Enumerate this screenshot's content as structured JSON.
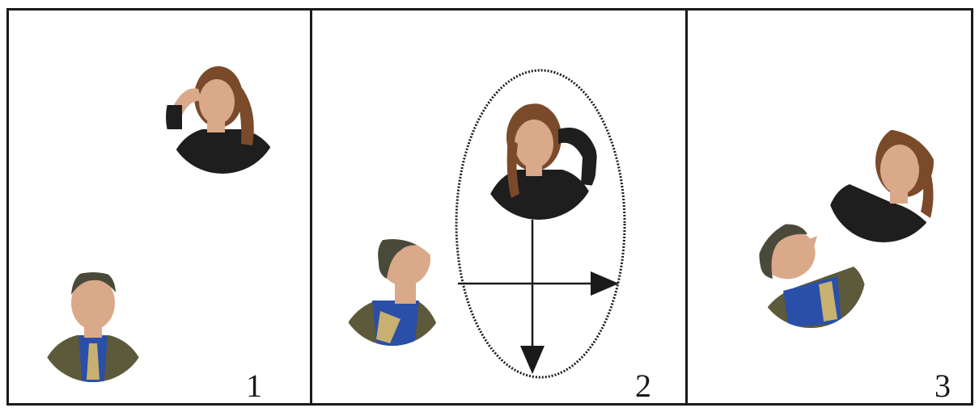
{
  "panels": [
    {
      "number": "1"
    },
    {
      "number": "2"
    },
    {
      "number": "3"
    }
  ],
  "colors": {
    "frame": "#1a1a1a",
    "suit": "#5c5a3a",
    "shirt": "#2a4fa8",
    "skin": "#d9a98a",
    "hair_man": "#4a4a3a",
    "hair_woman": "#7a4a2a",
    "sweater": "#1e1e1e"
  }
}
